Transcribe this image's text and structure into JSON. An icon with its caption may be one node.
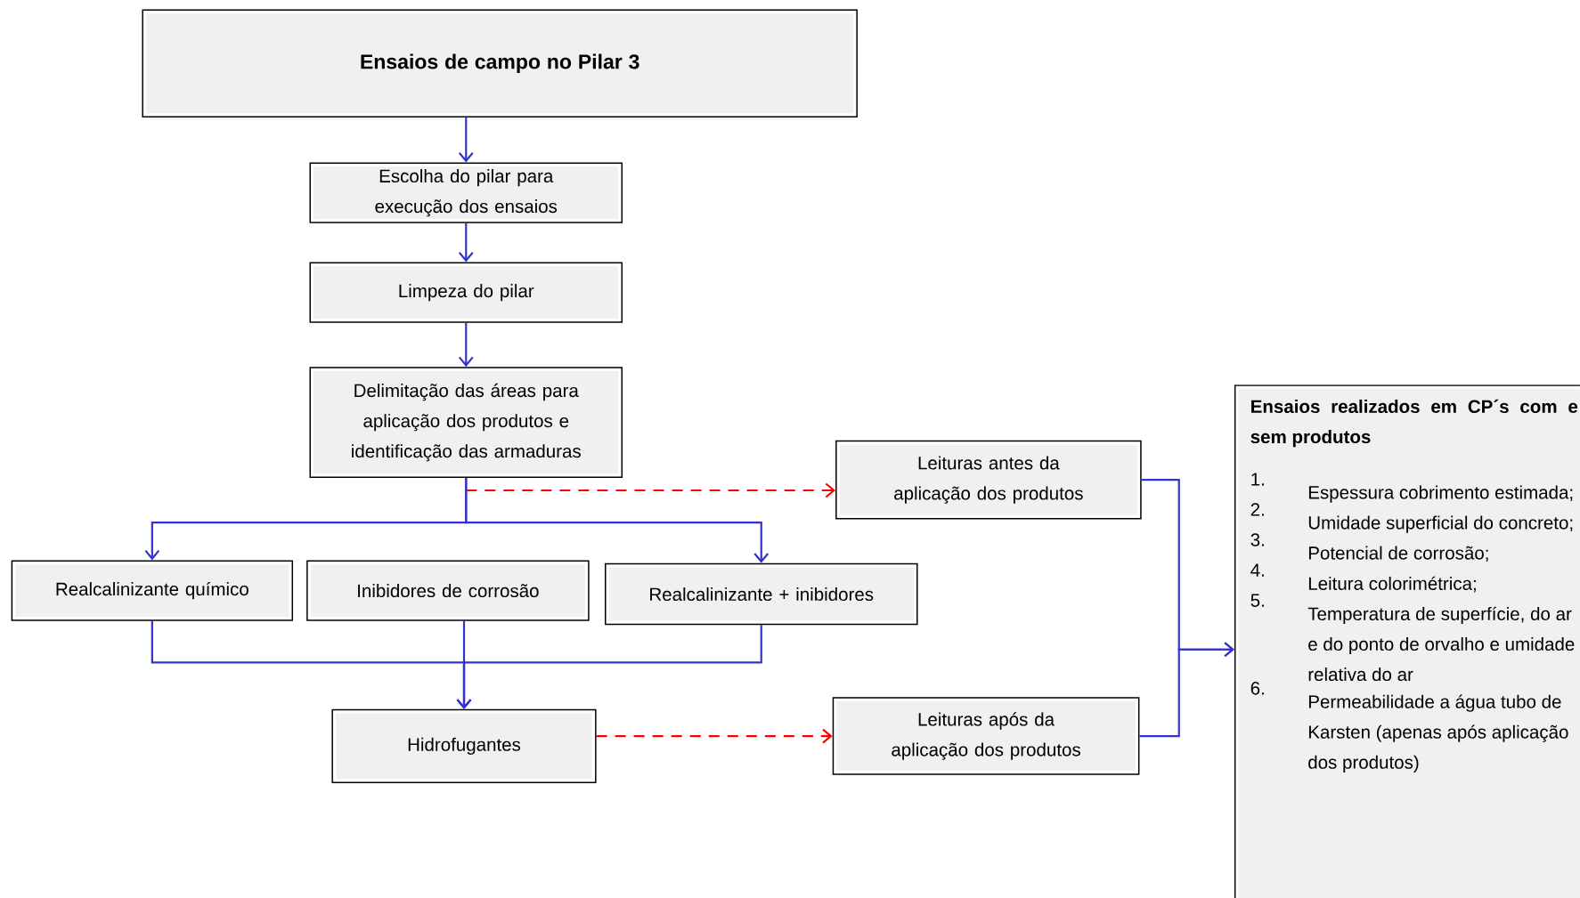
{
  "diagram": {
    "nodes": [
      {
        "text": [
          "Ensaios de campo no Pilar 3"
        ]
      },
      {
        "text": [
          "Escolha do pilar para execução dos ensaios"
        ]
      },
      {
        "text": [
          "Limpeza do pilar"
        ]
      },
      {
        "text": [
          "Delimitação das áreas para aplicação dos produtos e identificação das armaduras"
        ]
      },
      {
        "text": [
          "Leituras antes da aplicação dos produtos"
        ]
      },
      {
        "text": [
          "Realcalinizante químico"
        ]
      },
      {
        "text": [
          "Inibidores de corrosão"
        ]
      },
      {
        "text": [
          "Realcalinizante + inibidores"
        ]
      },
      {
        "text": [
          "Hidrofugantes"
        ]
      },
      {
        "text": [
          "Leituras após da aplicação dos produtos"
        ]
      },
      {
        "text": [
          "Ensaios realizados em CP´s com e sem produtos",
          "1.",
          "Espessura cobrimento estimada;",
          "2.",
          "Umidade superficial do concreto;",
          "3.",
          "Potencial de corrosão;",
          "4.",
          "Leitura colorimétrica;",
          "5.",
          "Temperatura de superfície, do ar e do ponto de orvalho e umidade relativa do ar",
          "6.",
          "Permeabilidade a água tubo de Karsten (apenas após aplicação dos produtos)"
        ]
      }
    ],
    "edges": [
      {
        "from": 0,
        "to": 1,
        "arrow": "to"
      },
      {
        "from": 1,
        "to": 2,
        "arrow": "to"
      },
      {
        "from": 2,
        "to": 3,
        "arrow": "to"
      },
      {
        "from": 3,
        "to": 5,
        "arrow": "to"
      },
      {
        "from": 3,
        "to": 7,
        "arrow": "to"
      },
      {
        "from": 3,
        "to": 4,
        "arrow": "to",
        "style": "dashed",
        "color": "#ff0000"
      },
      {
        "from": 5,
        "to": 8,
        "arrow": "to"
      },
      {
        "from": 6,
        "to": 8,
        "arrow": "to"
      },
      {
        "from": 7,
        "to": 8,
        "arrow": "to"
      },
      {
        "from": 8,
        "to": 9,
        "arrow": "to",
        "style": "dashed",
        "color": "#ff0000"
      },
      {
        "from": 4,
        "to": 10,
        "arrow": "to"
      },
      {
        "from": 9,
        "to": 10,
        "arrow": "to"
      }
    ]
  }
}
